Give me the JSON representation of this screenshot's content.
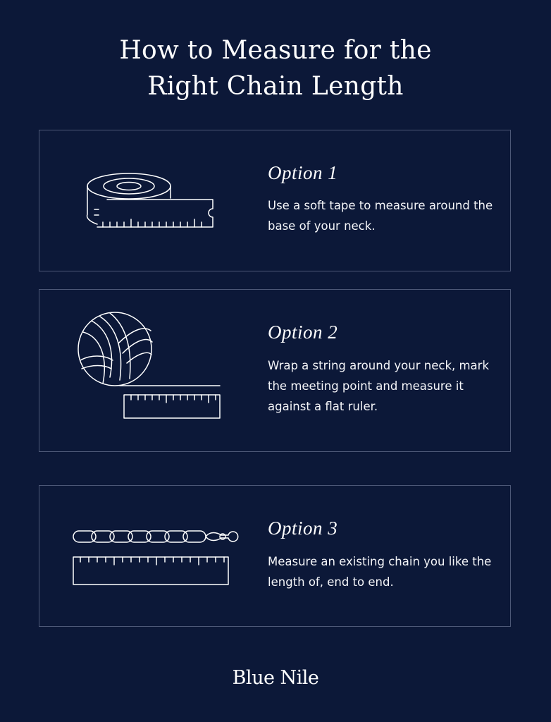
{
  "title": {
    "line1": "How to Measure for the",
    "line2": "Right Chain Length"
  },
  "options": [
    {
      "title": "Option 1",
      "description": "Use a soft tape to measure around the base of your neck.",
      "icon": "measuring-tape-icon"
    },
    {
      "title": "Option 2",
      "description": "Wrap a string around your neck, mark the meeting point and measure it against a flat ruler.",
      "icon": "yarn-ball-ruler-icon"
    },
    {
      "title": "Option 3",
      "description": "Measure an existing chain you like the length of, end to end.",
      "icon": "chain-ruler-icon"
    }
  ],
  "brand": {
    "name": "Blue Nile"
  },
  "colors": {
    "background": "#0c1838",
    "border": "#4d5877",
    "text": "#ffffff"
  }
}
